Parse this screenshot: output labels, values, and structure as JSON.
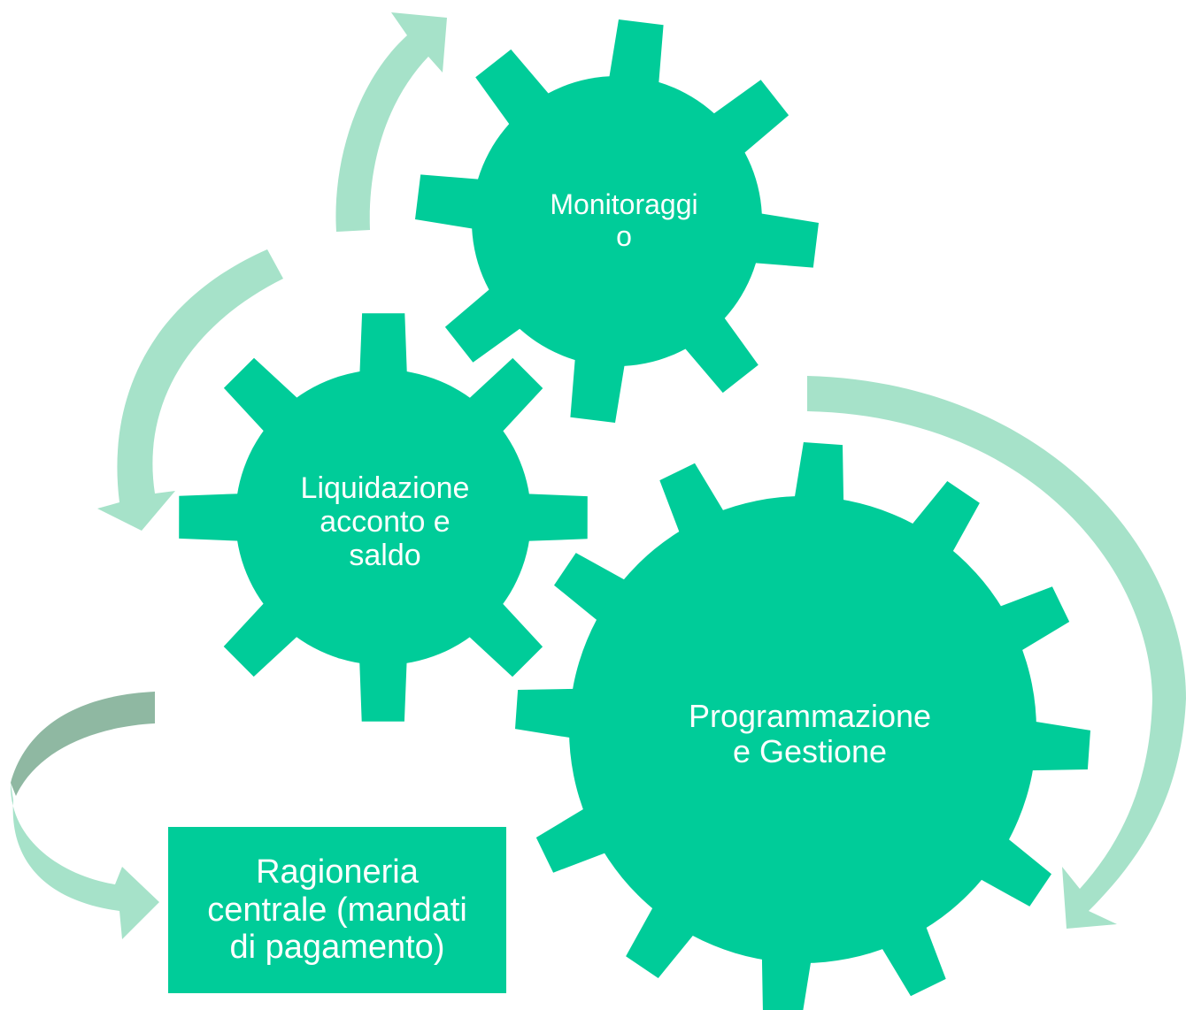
{
  "colors": {
    "gear": "#00cc99",
    "arrow_light": "#a6e2c9",
    "arrow_dark": "#8fb8a2",
    "text": "#ffffff"
  },
  "nodes": {
    "monitoraggio": "Monitoraggi\no",
    "liquidazione": "Liquidazione\nacconto e\nsaldo",
    "programmazione": "Programmazione\ne Gestione",
    "ragioneria": "Ragioneria\ncentrale (mandati\ndi pagamento)"
  },
  "icons": [
    "gear-icon",
    "curved-arrow-icon"
  ]
}
